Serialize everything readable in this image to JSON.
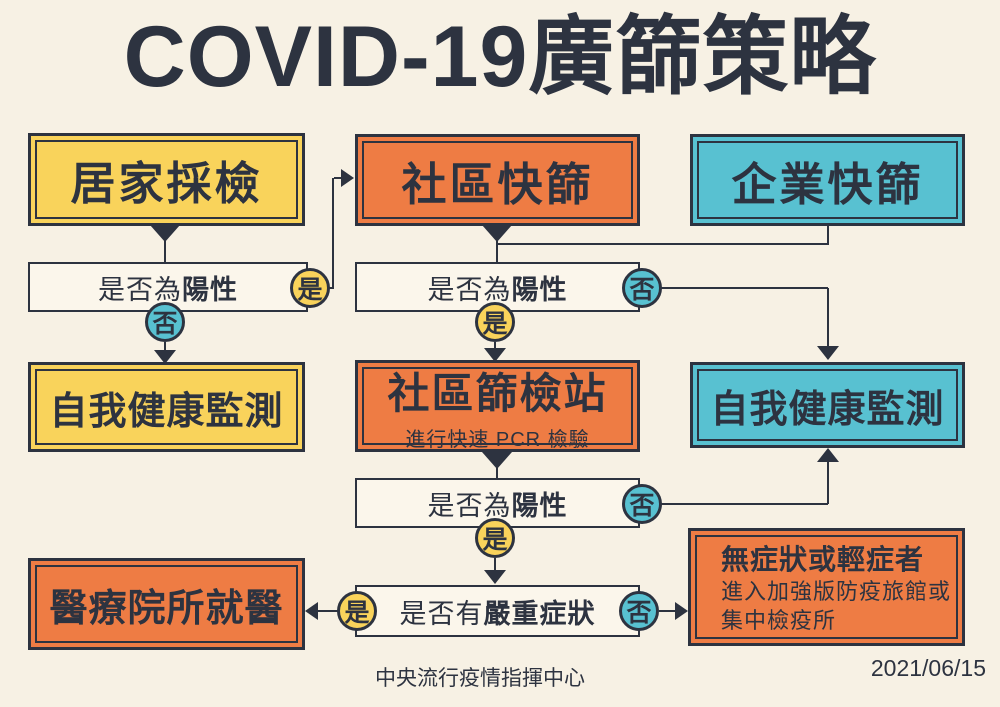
{
  "title": "COVID-19廣篩策略",
  "colors": {
    "background": "#f7f1e4",
    "dark": "#2d3340",
    "yellow": "#f9d35b",
    "orange": "#ee7c44",
    "teal": "#58c1d1",
    "question_fill": "#fbf6eb"
  },
  "nodes": {
    "home": {
      "label": "居家採檢",
      "color": "#f9d35b"
    },
    "community_screen": {
      "label": "社區快篩",
      "color": "#ee7c44"
    },
    "enterprise_screen": {
      "label": "企業快篩",
      "color": "#58c1d1"
    },
    "self_monitor_left": {
      "label": "自我健康監測",
      "color": "#f9d35b"
    },
    "station": {
      "label": "社區篩檢站",
      "subtitle": "進行快速 PCR 檢驗",
      "color": "#ee7c44"
    },
    "self_monitor_right": {
      "label": "自我健康監測",
      "color": "#58c1d1"
    },
    "hospital": {
      "label": "醫療院所就醫",
      "color": "#ee7c44"
    },
    "mild_case": {
      "title": "無症狀或輕症者",
      "line1": "進入加強版防疫旅館或",
      "line2": "集中檢疫所",
      "color": "#ee7c44"
    }
  },
  "questions": {
    "q1": {
      "prefix": "是否為",
      "bold": "陽性",
      "yes": "是",
      "no": "否"
    },
    "q2": {
      "prefix": "是否為",
      "bold": "陽性",
      "yes": "是",
      "no": "否"
    },
    "q3": {
      "prefix": "是否為",
      "bold": "陽性",
      "yes": "是",
      "no": "否"
    },
    "q4": {
      "prefix": "是否有",
      "bold": "嚴重症狀",
      "yes": "是",
      "no": "否"
    }
  },
  "footer": {
    "org": "中央流行疫情指揮中心",
    "date": "2021/06/15"
  }
}
